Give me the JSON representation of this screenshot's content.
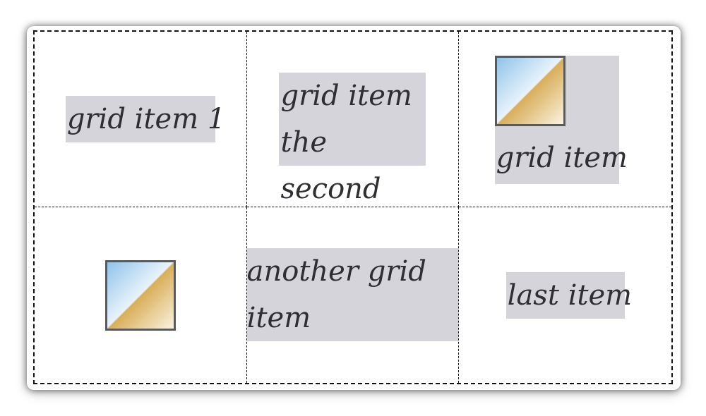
{
  "grid": {
    "items": [
      {
        "text": "grid item 1"
      },
      {
        "text": "grid item the second"
      },
      {
        "text": "grid item",
        "image": "gradient-square-image"
      },
      {
        "image": "gradient-square-image"
      },
      {
        "text": "another grid item"
      },
      {
        "text": "last item"
      }
    ]
  },
  "colors": {
    "item_background": "#d5d4da",
    "text": "#2f2f33",
    "grid_lines": "#111111",
    "image_blue": "#8fc3ea",
    "image_gold": "#d9ae5a",
    "image_border": "#5a5a5a"
  }
}
